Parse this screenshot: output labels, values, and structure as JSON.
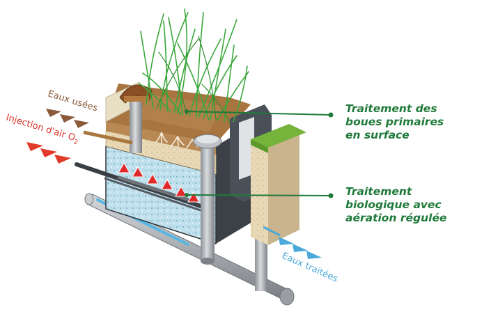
{
  "labels": {
    "eaux_usees": "Eaux usées",
    "injection_air": "Injection d'air O",
    "injection_air_sub": "2",
    "eaux_traitees": "Eaux traitées"
  },
  "callouts": [
    {
      "lines": [
        "Traitement des",
        "boues primaires",
        "en surface"
      ]
    },
    {
      "lines": [
        "Traitement",
        "biologique avec",
        "aération régulée"
      ]
    }
  ],
  "colors": {
    "callout_green": "#1f7a3a",
    "label_brown": "#8a5a3a",
    "label_red": "#d9342b",
    "label_blue": "#4aa9d8",
    "grass": "#3aa83a"
  }
}
